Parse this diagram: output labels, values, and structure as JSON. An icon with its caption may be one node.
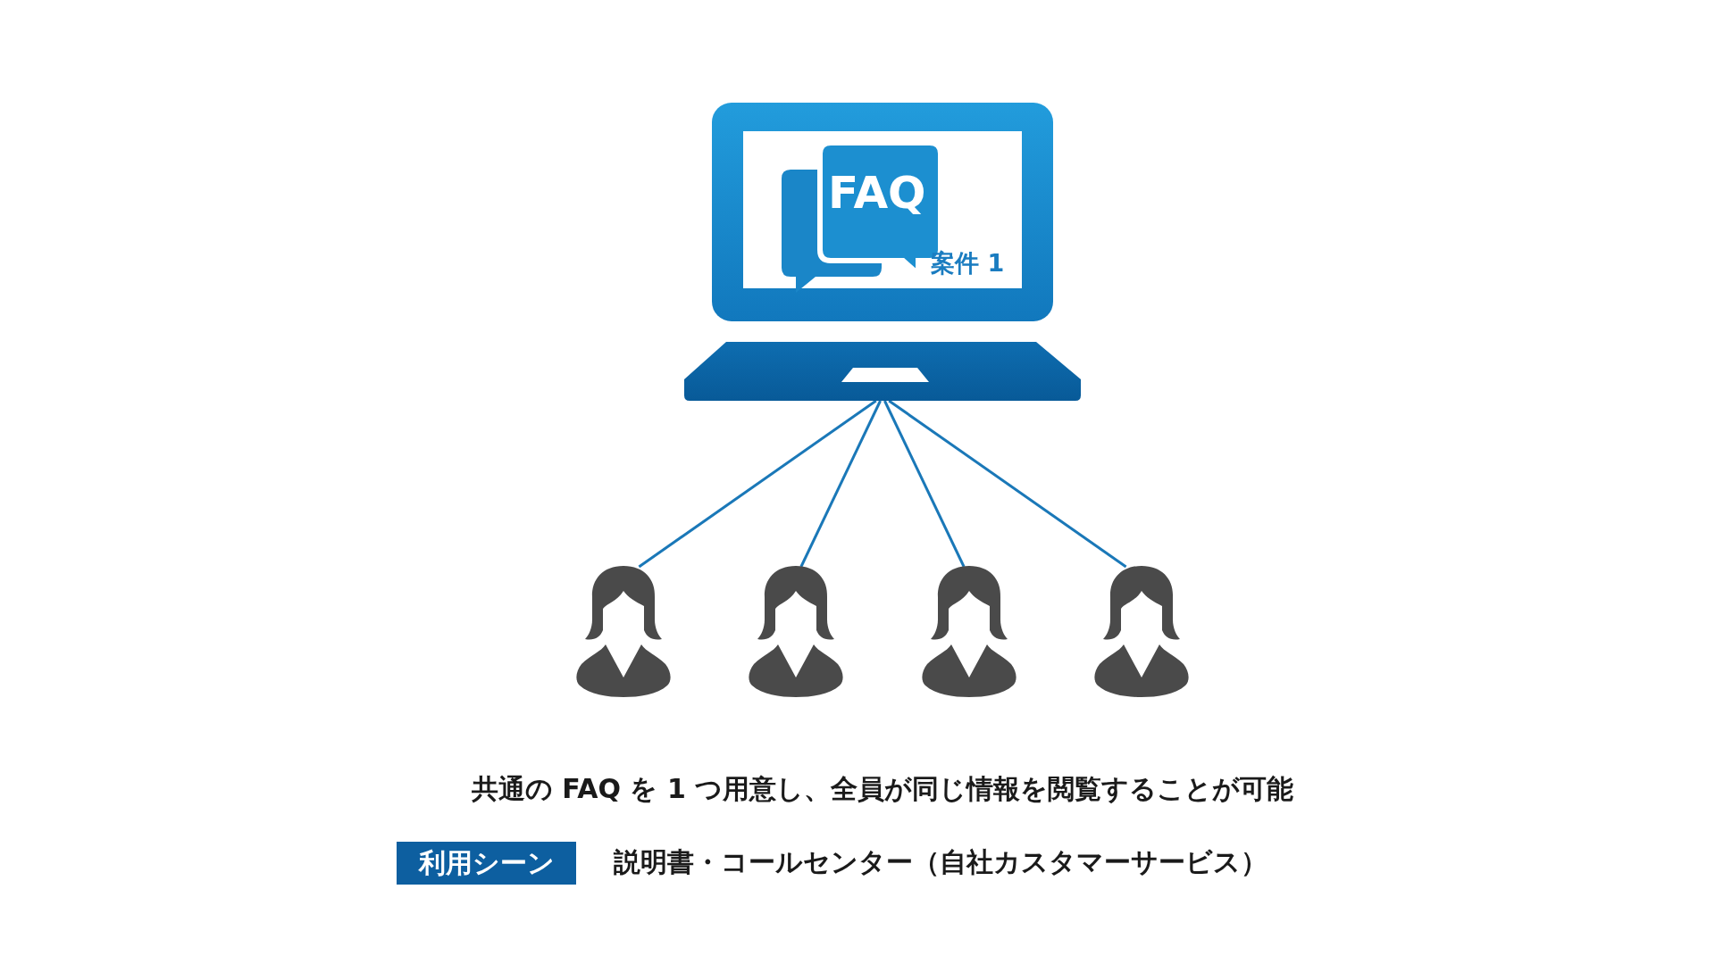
{
  "diagram": {
    "nodes": [
      {
        "text": [
          "FAQ",
          "案件 1"
        ]
      },
      {
        "text": [],
        "shape": "person"
      },
      {
        "text": [],
        "shape": "person"
      },
      {
        "text": [],
        "shape": "person"
      },
      {
        "text": [],
        "shape": "person"
      }
    ],
    "edges": [
      {
        "from": 0,
        "to": 1,
        "arrow": "none"
      },
      {
        "from": 0,
        "to": 2,
        "arrow": "none"
      },
      {
        "from": 0,
        "to": 3,
        "arrow": "none"
      },
      {
        "from": 0,
        "to": 4,
        "arrow": "none"
      }
    ],
    "labels": [
      "共通の FAQ を 1 つ用意し、全員が同じ情報を閲覧することが可能",
      "利用シーン",
      "説明書・コールセンター（自社カスタマーサービス）"
    ]
  }
}
